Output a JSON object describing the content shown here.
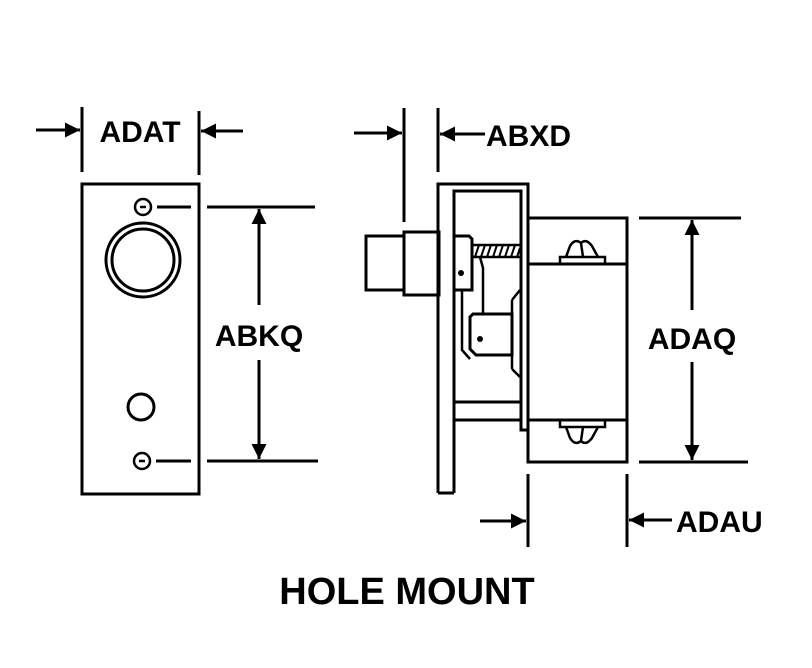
{
  "diagram": {
    "title": "HOLE MOUNT",
    "colors": {
      "line": "#000000",
      "background": "#ffffff"
    },
    "views": {
      "front_view": {
        "name": "front plate view",
        "dimensions": {
          "width_label": "ADAT",
          "hole_spacing_label": "ABKQ"
        }
      },
      "side_view": {
        "name": "side section view",
        "dimensions": {
          "plunger_offset_label": "ABXD",
          "body_height_label": "ADAQ",
          "body_depth_label": "ADAU"
        }
      }
    }
  }
}
